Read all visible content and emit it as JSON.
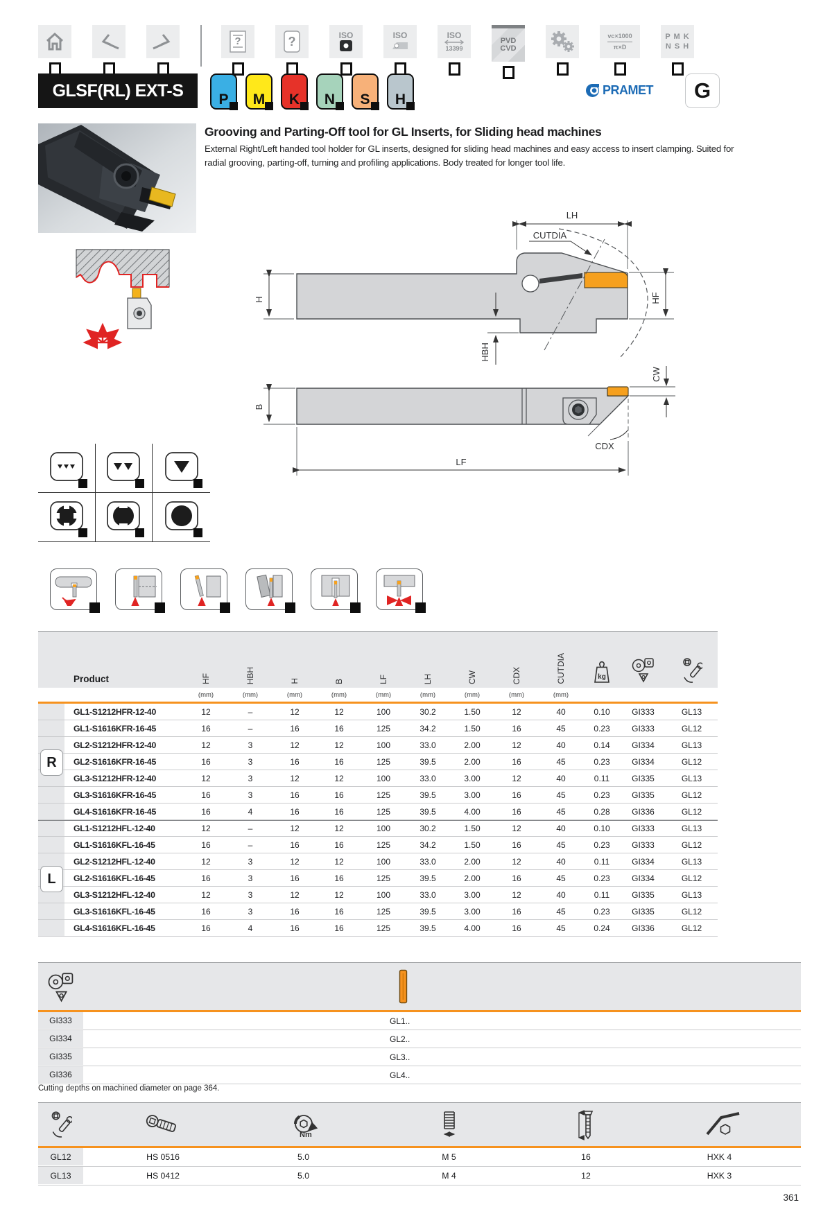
{
  "toolbar": {
    "iso": "ISO",
    "iso13399": "13399",
    "pvd": "PVD",
    "cvd": "CVD",
    "formula_top": "vc×1000",
    "formula_bottom": "π×D",
    "pmk": "P M K",
    "nsh": "N S H"
  },
  "header": {
    "series_title": "GLSF(RL) EXT-S",
    "brand": "PRAMET",
    "grade_letter": "G",
    "badges": [
      {
        "letter": "P",
        "color": "#3AAFE4"
      },
      {
        "letter": "M",
        "color": "#FFE81A"
      },
      {
        "letter": "K",
        "color": "#E63229"
      },
      {
        "letter": "N",
        "color": "#A6D3BB"
      },
      {
        "letter": "S",
        "color": "#F7B179"
      },
      {
        "letter": "H",
        "color": "#B9C6CD"
      }
    ]
  },
  "intro": {
    "title": "Grooving and Parting-Off tool for GL Inserts, for Sliding head machines",
    "description": "External Right/Left handed tool holder for GL inserts, designed for sliding head machines and easy access to insert clamping. Suited for radial grooving, parting-off, turning and profiling applications. Body treated for longer tool life."
  },
  "drawing": {
    "labels": {
      "lh": "LH",
      "cutdia": "CUTDIA",
      "h": "H",
      "hf": "HF",
      "hbh": "HBH",
      "b": "B",
      "cw": "CW",
      "cdx": "CDX",
      "lf": "LF"
    }
  },
  "main_table": {
    "product_header": "Product",
    "dims": [
      "HF",
      "HBH",
      "H",
      "B",
      "LF",
      "LH",
      "CW",
      "CDX",
      "CUTDIA"
    ],
    "unit": "(mm)",
    "icon_columns": [
      "weight-kg-icon",
      "insert-grades-icon",
      "spare-parts-icon"
    ],
    "groups": [
      {
        "hand": "R",
        "rows": [
          {
            "product": "GL1-S1212HFR-12-40",
            "dims": [
              "12",
              "–",
              "12",
              "12",
              "100",
              "30.2",
              "1.50",
              "12",
              "40"
            ],
            "weight": "0.10",
            "insert": "GI333",
            "spare": "GL13"
          },
          {
            "product": "GL1-S1616KFR-16-45",
            "dims": [
              "16",
              "–",
              "16",
              "16",
              "125",
              "34.2",
              "1.50",
              "16",
              "45"
            ],
            "weight": "0.23",
            "insert": "GI333",
            "spare": "GL12"
          },
          {
            "product": "GL2-S1212HFR-12-40",
            "dims": [
              "12",
              "3",
              "12",
              "12",
              "100",
              "33.0",
              "2.00",
              "12",
              "40"
            ],
            "weight": "0.14",
            "insert": "GI334",
            "spare": "GL13"
          },
          {
            "product": "GL2-S1616KFR-16-45",
            "dims": [
              "16",
              "3",
              "16",
              "16",
              "125",
              "39.5",
              "2.00",
              "16",
              "45"
            ],
            "weight": "0.23",
            "insert": "GI334",
            "spare": "GL12"
          },
          {
            "product": "GL3-S1212HFR-12-40",
            "dims": [
              "12",
              "3",
              "12",
              "12",
              "100",
              "33.0",
              "3.00",
              "12",
              "40"
            ],
            "weight": "0.11",
            "insert": "GI335",
            "spare": "GL13"
          },
          {
            "product": "GL3-S1616KFR-16-45",
            "dims": [
              "16",
              "3",
              "16",
              "16",
              "125",
              "39.5",
              "3.00",
              "16",
              "45"
            ],
            "weight": "0.23",
            "insert": "GI335",
            "spare": "GL12"
          },
          {
            "product": "GL4-S1616KFR-16-45",
            "dims": [
              "16",
              "4",
              "16",
              "16",
              "125",
              "39.5",
              "4.00",
              "16",
              "45"
            ],
            "weight": "0.28",
            "insert": "GI336",
            "spare": "GL12"
          }
        ]
      },
      {
        "hand": "L",
        "rows": [
          {
            "product": "GL1-S1212HFL-12-40",
            "dims": [
              "12",
              "–",
              "12",
              "12",
              "100",
              "30.2",
              "1.50",
              "12",
              "40"
            ],
            "weight": "0.10",
            "insert": "GI333",
            "spare": "GL13"
          },
          {
            "product": "GL1-S1616KFL-16-45",
            "dims": [
              "16",
              "–",
              "16",
              "16",
              "125",
              "34.2",
              "1.50",
              "16",
              "45"
            ],
            "weight": "0.23",
            "insert": "GI333",
            "spare": "GL12"
          },
          {
            "product": "GL2-S1212HFL-12-40",
            "dims": [
              "12",
              "3",
              "12",
              "12",
              "100",
              "33.0",
              "2.00",
              "12",
              "40"
            ],
            "weight": "0.11",
            "insert": "GI334",
            "spare": "GL13"
          },
          {
            "product": "GL2-S1616KFL-16-45",
            "dims": [
              "16",
              "3",
              "16",
              "16",
              "125",
              "39.5",
              "2.00",
              "16",
              "45"
            ],
            "weight": "0.23",
            "insert": "GI334",
            "spare": "GL12"
          },
          {
            "product": "GL3-S1212HFL-12-40",
            "dims": [
              "12",
              "3",
              "12",
              "12",
              "100",
              "33.0",
              "3.00",
              "12",
              "40"
            ],
            "weight": "0.11",
            "insert": "GI335",
            "spare": "GL13"
          },
          {
            "product": "GL3-S1616KFL-16-45",
            "dims": [
              "16",
              "3",
              "16",
              "16",
              "125",
              "39.5",
              "3.00",
              "16",
              "45"
            ],
            "weight": "0.23",
            "insert": "GI335",
            "spare": "GL12"
          },
          {
            "product": "GL4-S1616KFL-16-45",
            "dims": [
              "16",
              "4",
              "16",
              "16",
              "125",
              "39.5",
              "4.00",
              "16",
              "45"
            ],
            "weight": "0.24",
            "insert": "GI336",
            "spare": "GL12"
          }
        ]
      }
    ]
  },
  "insert_table": {
    "rows": [
      {
        "insert": "GI333",
        "tools": "GL1.."
      },
      {
        "insert": "GI334",
        "tools": "GL2.."
      },
      {
        "insert": "GI335",
        "tools": "GL3.."
      },
      {
        "insert": "GI336",
        "tools": "GL4.."
      }
    ]
  },
  "note": "Cutting depths on machined diameter on page 364.",
  "spares_table": {
    "torque_unit": "Nm",
    "rows": [
      {
        "tool": "GL12",
        "screw": "HS 0516",
        "torque": "5.0",
        "thread": "M 5",
        "length": "16",
        "key": "HXK 4"
      },
      {
        "tool": "GL13",
        "screw": "HS 0412",
        "torque": "5.0",
        "thread": "M 4",
        "length": "12",
        "key": "HXK 3"
      }
    ]
  },
  "page": {
    "number": "361"
  }
}
